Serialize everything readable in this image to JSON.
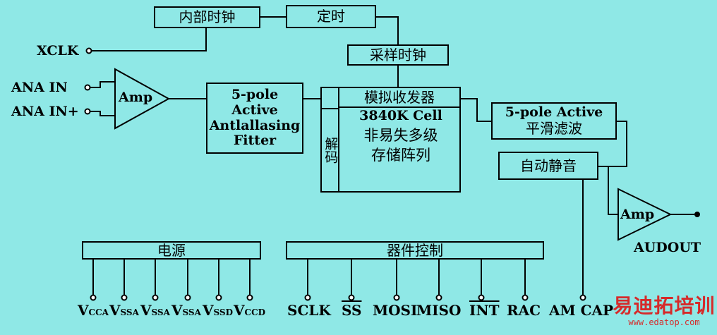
{
  "blocks": {
    "internal_clock": "内部时钟",
    "timing": "定时",
    "sample_clock": "采样时钟",
    "analog_transceiver": "模拟收发器",
    "decode": "解码",
    "cell_title": "3840K Cell",
    "cell_line2": "非易失多级",
    "cell_line3": "存储阵列",
    "filter_line1": "5-pole",
    "filter_line2": "Active",
    "filter_line3": "Antlallasing",
    "filter_line4": "Fitter",
    "smooth_line1": "5-pole Active",
    "smooth_line2": "平滑滤波",
    "auto_mute": "自动静音",
    "power": "电源",
    "device_control": "器件控制"
  },
  "amps": {
    "input": "Amp",
    "output": "Amp"
  },
  "signals": {
    "xclk": "XCLK",
    "ana_in_minus": "ANA IN",
    "ana_in_plus": "ANA IN+",
    "audout": "AUDOUT"
  },
  "power_pins": [
    {
      "main": "V",
      "sub": "CCA"
    },
    {
      "main": "V",
      "sub": "SSA"
    },
    {
      "main": "V",
      "sub": "SSA"
    },
    {
      "main": "V",
      "sub": "SSA"
    },
    {
      "main": "V",
      "sub": "SSD"
    },
    {
      "main": "V",
      "sub": "CCD"
    }
  ],
  "control_pins": {
    "sclk": "SCLK",
    "ss": "SS",
    "mosi": "MOSI",
    "miso": "MISO",
    "int": "INT",
    "rac": "RAC",
    "am_cap": "AM CAP"
  },
  "watermark": {
    "brand": "易迪拓培训",
    "url": "www.edatop.com",
    "color": "#d62a2a"
  }
}
